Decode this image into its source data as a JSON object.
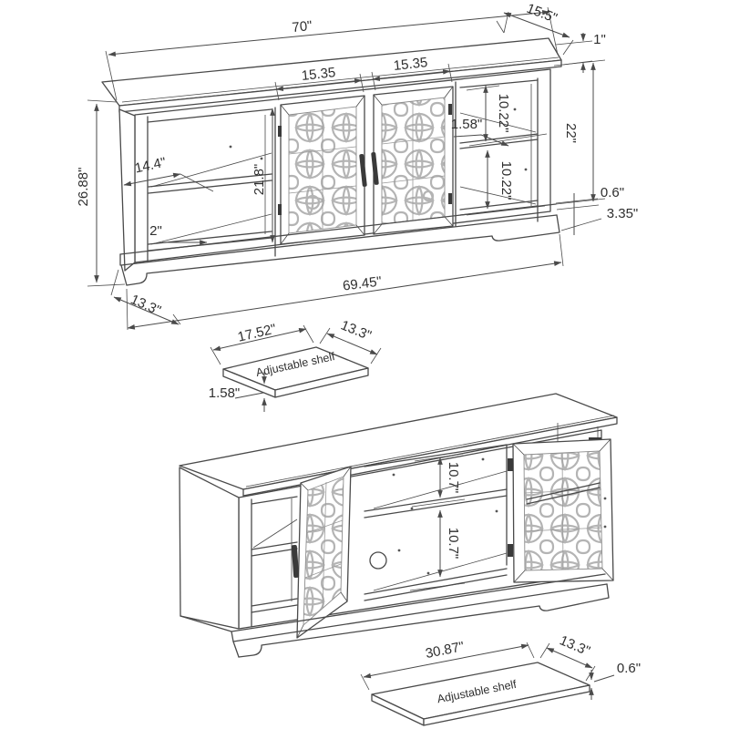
{
  "colors": {
    "background": "#ffffff",
    "line": "#4a4a4a",
    "pattern": "#b4b4b4",
    "text": "#2f2f2f"
  },
  "front_view": {
    "top_width": "70\"",
    "top_depth": "15.5\"",
    "top_thickness": "1\"",
    "left_door_width": "15.35",
    "right_door_width": "15.35",
    "upper_cubby_height": "10.22\"",
    "shelf_thickness": "1.58\"",
    "opening_height": "22\"",
    "lower_cubby_height": "10.22\"",
    "bottom_panel_thickness": "0.6\"",
    "base_height": "3.35\"",
    "overall_height": "26.88\"",
    "side_shelf_depth": "14.4\"",
    "door_height": "21.8\"",
    "toe_space": "2\"",
    "body_width": "69.45\"",
    "base_depth": "13.3\""
  },
  "small_shelf": {
    "width": "17.52\"",
    "depth": "13.3\"",
    "thickness": "1.58\"",
    "caption": "Adjustable  shelf"
  },
  "open_view": {
    "upper_opening_height": "10.7\"",
    "lower_opening_height": "10.7\""
  },
  "large_shelf": {
    "width": "30.87\"",
    "depth": "13.3\"",
    "thickness": "0.6\"",
    "caption": "Adjustable  shelf"
  }
}
